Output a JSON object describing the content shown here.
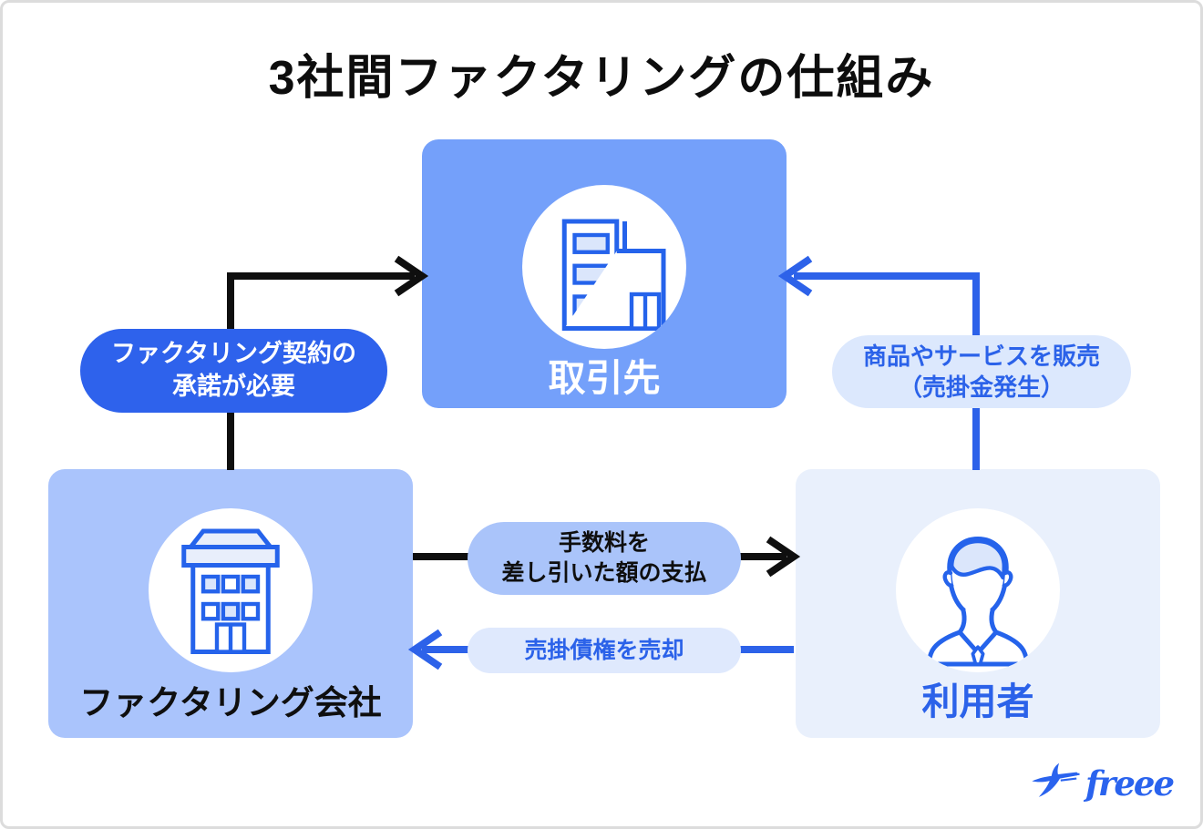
{
  "title": "3社間ファクタリングの仕組み",
  "nodes": {
    "client": {
      "label": "取引先",
      "icon": "office-building-icon"
    },
    "factoring_company": {
      "label": "ファクタリング会社",
      "icon": "company-building-icon"
    },
    "user": {
      "label": "利用者",
      "icon": "user-icon"
    }
  },
  "pills": {
    "contract_consent": {
      "line1": "ファクタリング契約の",
      "line2": "承諾が必要"
    },
    "sell_goods": {
      "line1": "商品やサービスを販売",
      "line2": "（売掛金発生）"
    },
    "fee_payment": {
      "line1": "手数料を",
      "line2": "差し引いた額の支払"
    },
    "sell_receivables": {
      "text": "売掛債権を売却"
    }
  },
  "logo": {
    "text": "freee",
    "icon": "freee-bird-icon"
  },
  "colors": {
    "client_box": "#74A0FA",
    "factoring_company_box": "#AAC4FC",
    "user_box": "#E9F0FC",
    "dark_pill": "#2E62EC",
    "medium_pill": "#AAC4FA",
    "light_pill": "#DCE8FD",
    "blue_text": "#2B62E9",
    "blue_arrow": "#2D62E9",
    "black_arrow": "#0F0F0F",
    "icon_stroke": "#2563EB",
    "icon_window_fill": "#DBE6FB",
    "canvas_border": "#DCDCDC"
  }
}
